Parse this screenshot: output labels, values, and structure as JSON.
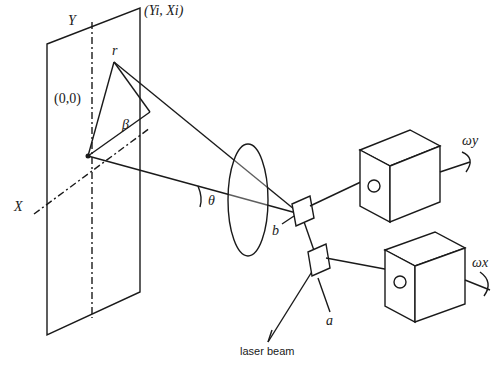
{
  "diagram": {
    "labels": [
      "Y",
      "(Yi, Xi)",
      "r",
      "(0,0)",
      "β",
      "X",
      "θ",
      "b",
      "a",
      "ωy",
      "ωx",
      "laser beam"
    ]
  }
}
